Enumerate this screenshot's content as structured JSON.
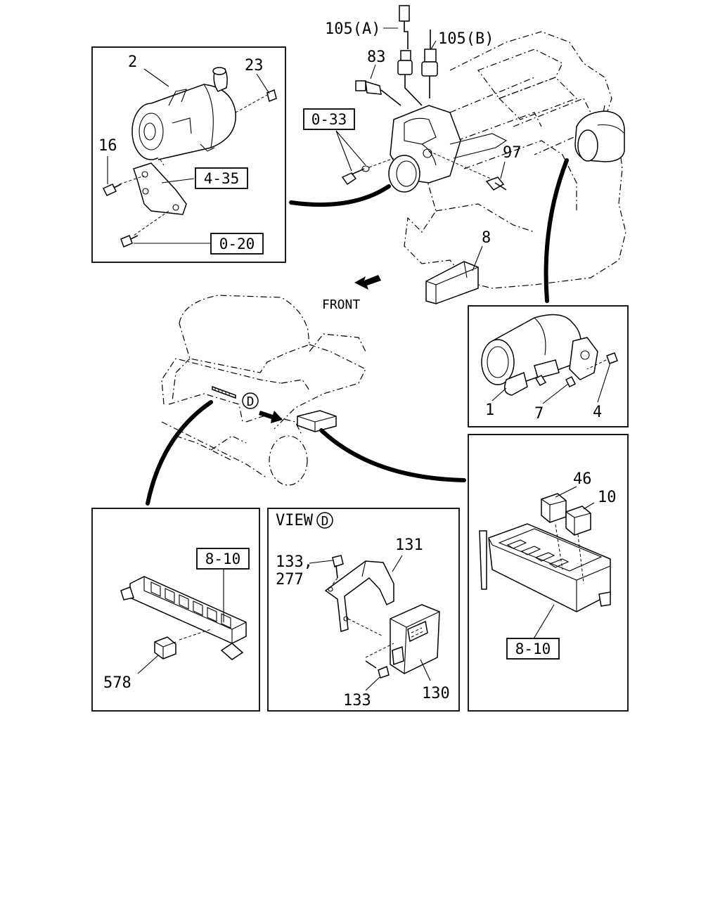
{
  "labels": {
    "p105a": "105(A)",
    "p105b": "105(B)",
    "p83": "83",
    "p033": "0-33",
    "p97": "97",
    "p8": "8",
    "p2": "2",
    "p23": "23",
    "p16": "16",
    "p435": "4-35",
    "p020": "0-20",
    "front": "FRONT",
    "p1": "1",
    "p7": "7",
    "p4": "4",
    "d_marker": "D",
    "p810_left": "8-10",
    "p578": "578",
    "view": "VIEW",
    "view_d": "D",
    "p133_277a": "133,",
    "p133_277b": "277",
    "p131": "131",
    "p133": "133",
    "p130": "130",
    "p46": "46",
    "p10": "10",
    "p810_right": "8-10"
  }
}
